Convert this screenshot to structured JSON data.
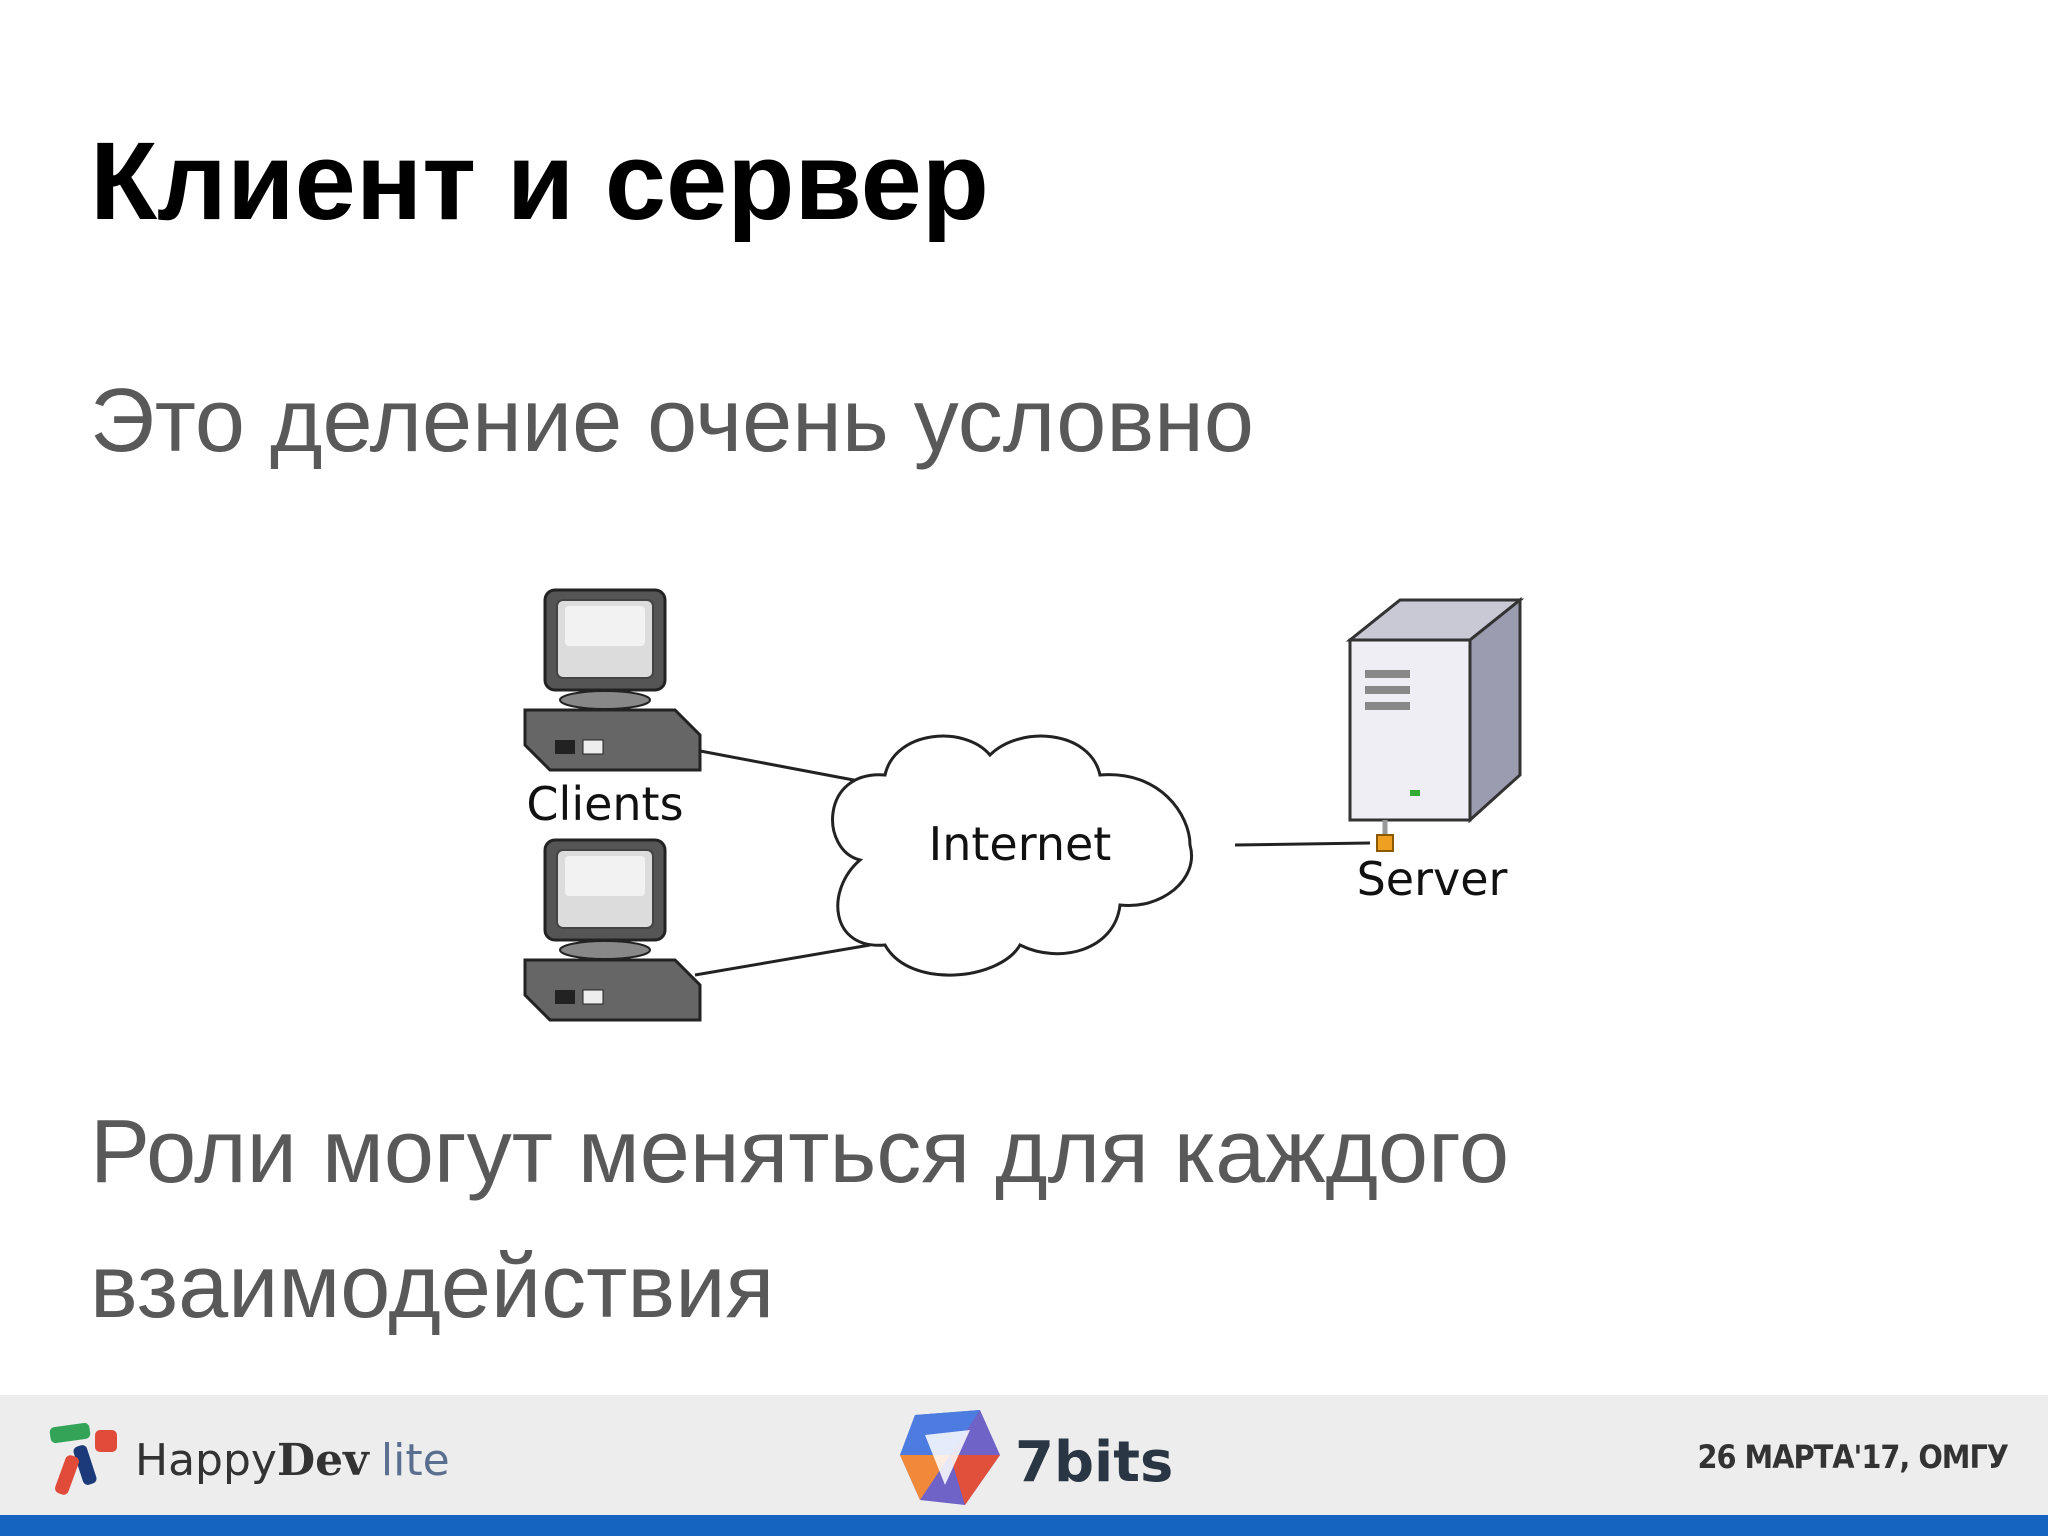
{
  "slide": {
    "title": "Клиент и сервер",
    "bullet1": "Это деление очень условно",
    "bullet2": "Роли могут меняться для каждого взаимодействия"
  },
  "diagram": {
    "clients_label": "Clients",
    "internet_label": "Internet",
    "server_label": "Server"
  },
  "footer": {
    "brand_left": {
      "part1": "Happy",
      "part2": "Dev",
      "part3": "lite"
    },
    "brand_center": "7bits",
    "event_text": "26 МАРТА'17, ОМГУ",
    "accent_color": "#1565c0"
  }
}
